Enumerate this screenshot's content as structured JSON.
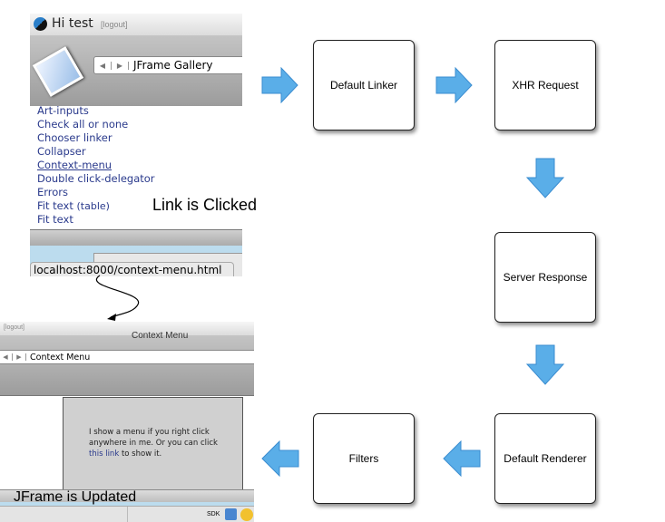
{
  "top_screenshot": {
    "greeting": "Hi test",
    "logout": "[logout]",
    "location": "JFrame Gallery",
    "links": [
      "Art-inputs",
      "Check all or none",
      "Chooser linker",
      "Collapser",
      "Context-menu",
      "Double click-delegator",
      "Errors",
      "Fit text",
      "Fit text"
    ],
    "link_suffix": "(table)",
    "status_url": "localhost:8000/context-menu.html"
  },
  "caption_clicked": "Link is Clicked",
  "bottom_screenshot": {
    "logout": "[logout]",
    "window_title": "Context Menu",
    "location": "Context Menu",
    "content_line1": "I show a menu if you right click",
    "content_line2": "anywhere in me. Or you can click",
    "content_link": "this link",
    "content_after_link": " to show it.",
    "sdk": "SDK"
  },
  "caption_updated": "JFrame is Updated",
  "steps": [
    "Default Linker",
    "XHR Request",
    "Server Response",
    "Default Renderer",
    "Filters"
  ],
  "colors": {
    "arrow": "#5aaee8",
    "link": "#2a3a8c"
  }
}
